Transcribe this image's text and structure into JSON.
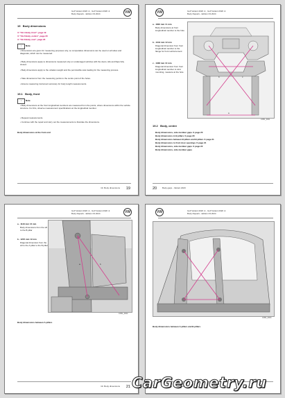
{
  "header": {
    "line1": "Golf Variant 2020 ➜  ,  Golf Variant 2020 ➜",
    "line2": "Body Repairs - Edition 03.2024",
    "logo": "VW"
  },
  "page1": {
    "section_num": "19",
    "section_title": "Body dimensions",
    "links": [
      "⇒ \"19.1 Body, front\", page 19",
      "⇒ \"19.2 Body, centre\", page 20",
      "⇒ \"19.3 Body, rear\", page 23"
    ],
    "note_label": "Note",
    "bullets": [
      "Dimensions are given for measuring purposes only, so comparative dimensions can be used on all sides and diagonals, which can be measured.",
      "Body dimensions apply to dimensions measured only on undamaged vehicles with the doors, lids and flaps fully closed.",
      "Body dimensions apply to the unladen weight and the permissible axle loading for the measuring process.",
      "Take dimensions from the measuring points to the centre point of the holes.",
      "Ensure measuring instrument accuracy for body length measurements."
    ],
    "sub_num": "19.1",
    "sub_title": "Body, front",
    "note2_label": "Note",
    "bullets2": [
      "Body dimensions at the front longitudinal members are measured from the points, where dimensions within the vehicle structure. For this, observe measurement specifications at the longitudinal member.",
      "Repeat measurements.",
      "Continue with the repair and carry out the measurements to illustrate the dimensions."
    ],
    "bold_footer": "Body dimensions at the front end",
    "footer": "19. Body dimensions",
    "page_num": "19"
  },
  "page2": {
    "callouts": [
      {
        "head": "a - 1600 mm ±1 mm",
        "lines": [
          "Body dimensions at front longitudinal member to the hole"
        ]
      },
      {
        "head": "b - 1344 mm ±2 mm",
        "lines": [
          "Diagonal dimension from front longitudinal member to the flange for front reinforcement"
        ]
      },
      {
        "head": "c - 1338 mm ±2 mm",
        "lines": [
          "Diagonal dimension from front longitudinal member to strut mounting, measure at the hole"
        ]
      }
    ],
    "photo_code": "CN51_0001",
    "sub_num": "19.2",
    "sub_title": "Body, centre",
    "links": [
      "Body dimensions, side member gaps ⇒ page 20",
      "Body dimensions in B pillars ⇒ page 20",
      "Body dimensions between B pillars and B pillars ⇒ page 21",
      "Body dimensions to front door openings ⇒ page 21",
      "Body dimensions, side member gaps ⇒ page 22",
      "Body dimensions, side member gaps"
    ],
    "footer": "Body gaps - Variant 2020",
    "page_num": "20"
  },
  "page3": {
    "callouts": [
      {
        "head": "a - 1143 mm ±2 mm",
        "lines": [
          "Body dimensions from the sill to the B pillar"
        ]
      },
      {
        "head": "b - 1215 mm ±2 mm",
        "lines": [
          "Diagonal dimension from the sill to the A pillar to the B pillar"
        ]
      }
    ],
    "photo_code": "CN51_0002",
    "bold_footer": "Body dimensions between A pillars",
    "footer": "19. Body dimensions",
    "page_num": "21"
  },
  "page4": {
    "photo_code": "CN51_0003",
    "bold_footer": "Body dimensions between A pillars and B pillars",
    "footer": "Body gaps - Variant 2020",
    "page_num": "22"
  },
  "watermark": "CarGeometry.ru",
  "colors": {
    "link": "#c4005a",
    "measure": "#d33c8c"
  }
}
